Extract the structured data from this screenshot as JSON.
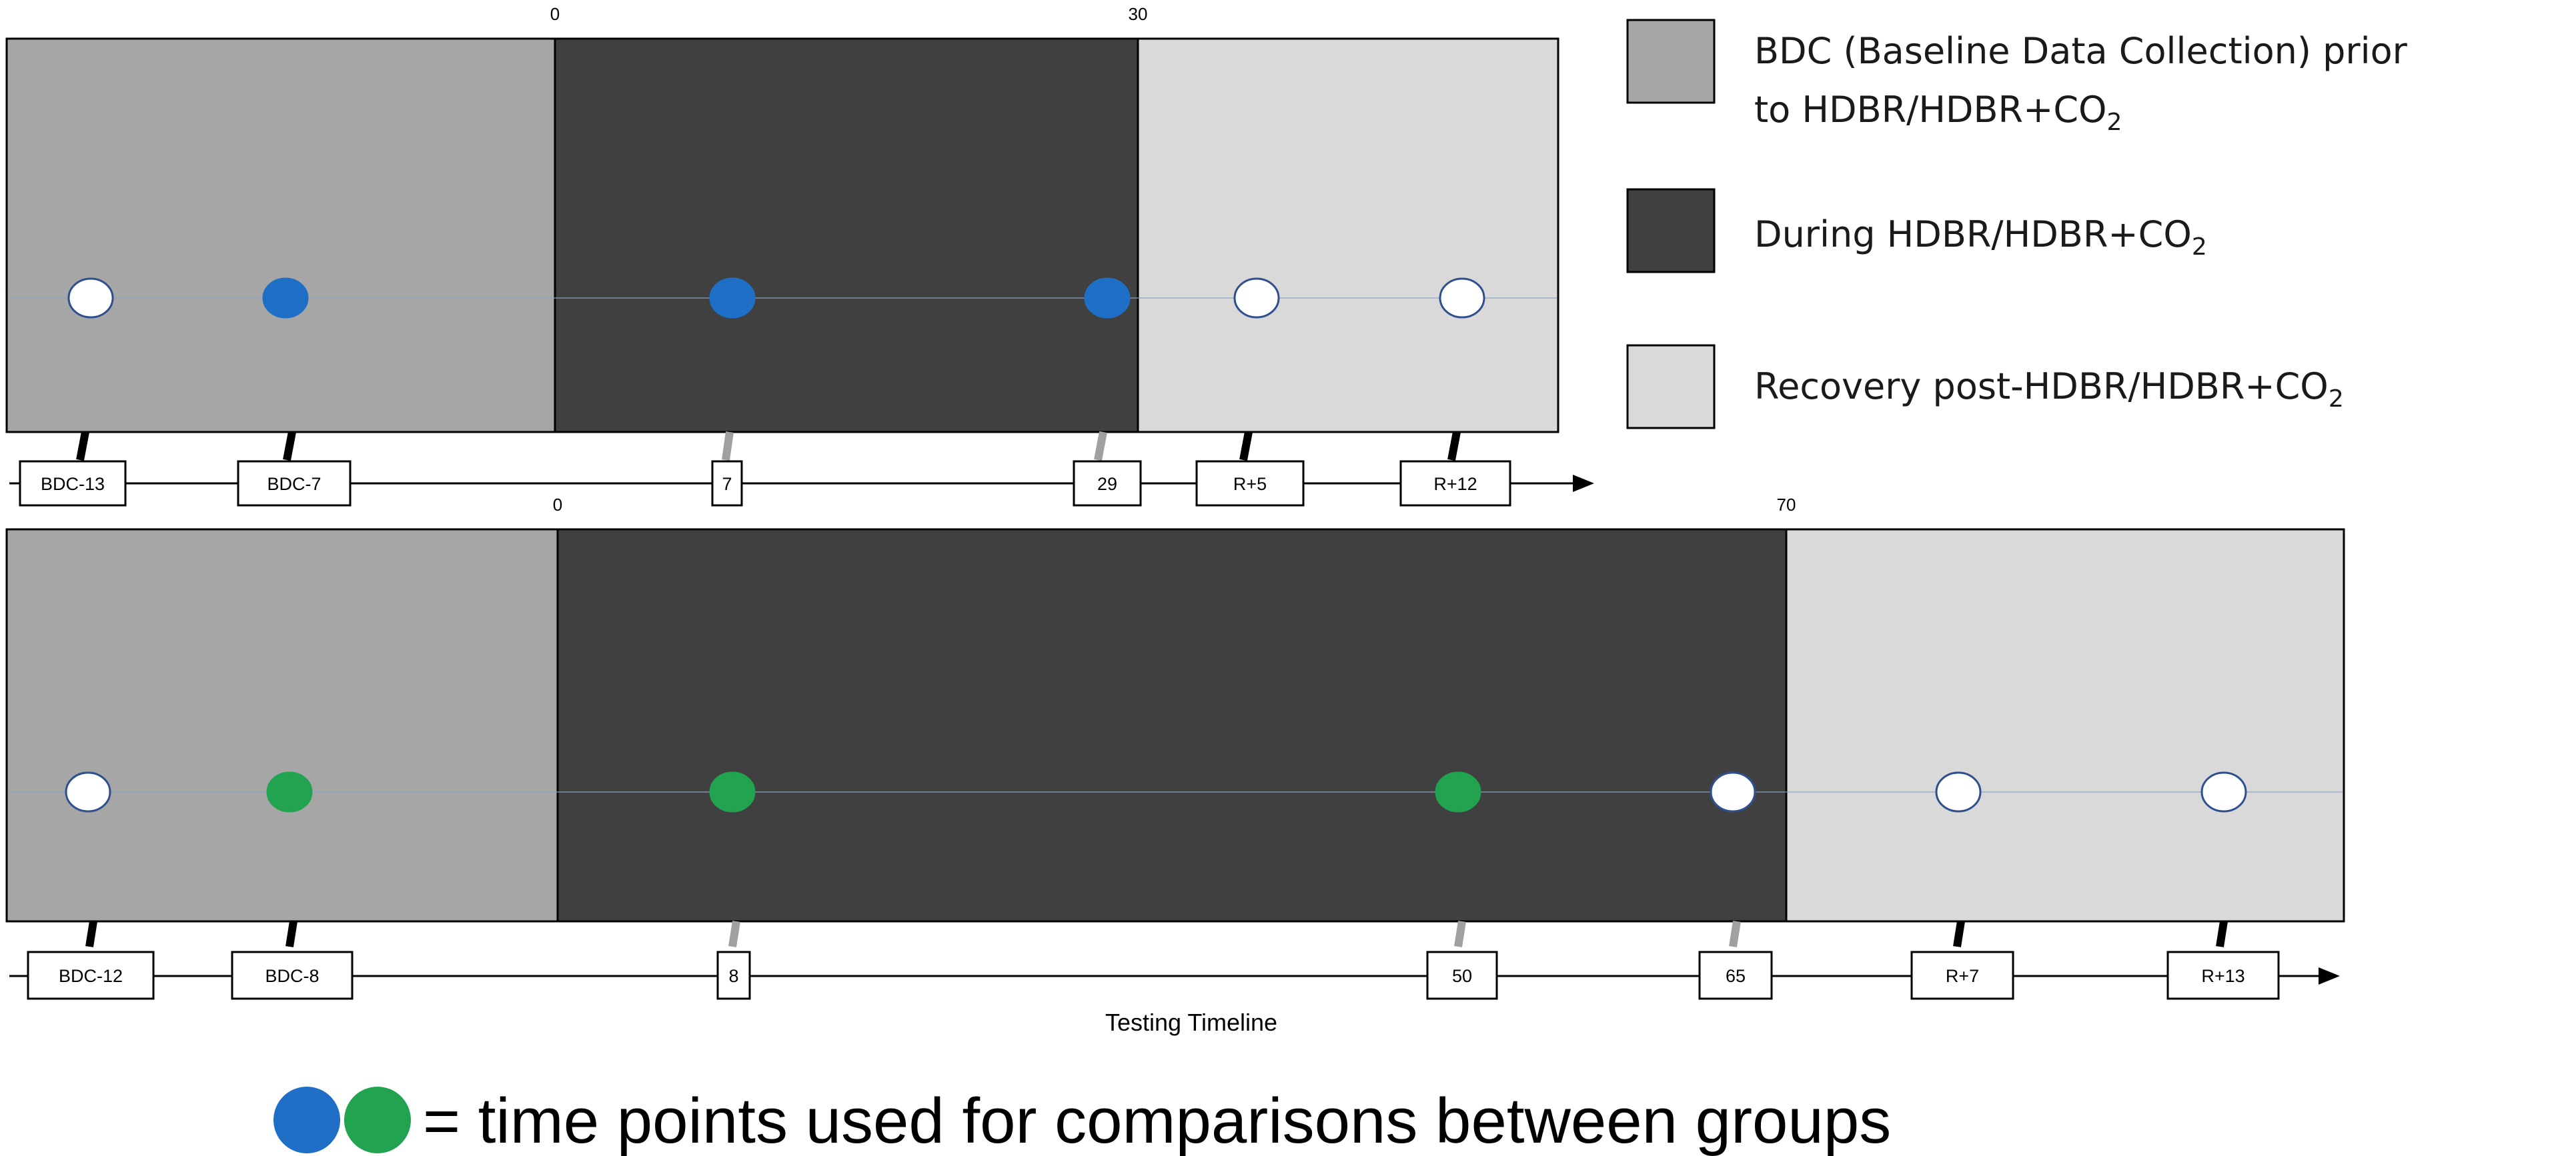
{
  "colors": {
    "baseline": "#a6a6a6",
    "during": "#404040",
    "recovery": "#d9d9d9",
    "blue": "#1f6fc6",
    "green": "#21a34f",
    "white": "#ffffff",
    "dot_stroke": "#2f4f8f"
  },
  "legend": {
    "baseline": {
      "text": "BDC (Baseline Data Collection) prior",
      "line2_prefix": "to HDBR/HDBR+CO",
      "sub": "2"
    },
    "during": {
      "prefix": "During HDBR/HDBR+CO",
      "sub": "2"
    },
    "recovery": {
      "prefix": "Recovery post-HDBR/HDBR+CO",
      "sub": "2"
    }
  },
  "timelines": [
    {
      "id": "top",
      "tick_labels": [
        {
          "text": "0"
        },
        {
          "text": "30"
        }
      ],
      "points": [
        {
          "label": "BDC-13",
          "fill": "white"
        },
        {
          "label": "BDC-7",
          "fill": "blue"
        },
        {
          "label": "7",
          "fill": "blue"
        },
        {
          "label": "29",
          "fill": "blue"
        },
        {
          "label": "R+5",
          "fill": "white"
        },
        {
          "label": "R+12",
          "fill": "white"
        }
      ]
    },
    {
      "id": "bottom",
      "tick_labels": [
        {
          "text": "0"
        },
        {
          "text": "70"
        }
      ],
      "points": [
        {
          "label": "BDC-12",
          "fill": "white"
        },
        {
          "label": "BDC-8",
          "fill": "green"
        },
        {
          "label": "8",
          "fill": "green"
        },
        {
          "label": "50",
          "fill": "green"
        },
        {
          "label": "65",
          "fill": "white"
        },
        {
          "label": "R+7",
          "fill": "white"
        },
        {
          "label": "R+13",
          "fill": "white"
        }
      ]
    }
  ],
  "axis_title": "Testing Timeline",
  "bottom_note": "= time points used for comparisons between groups"
}
